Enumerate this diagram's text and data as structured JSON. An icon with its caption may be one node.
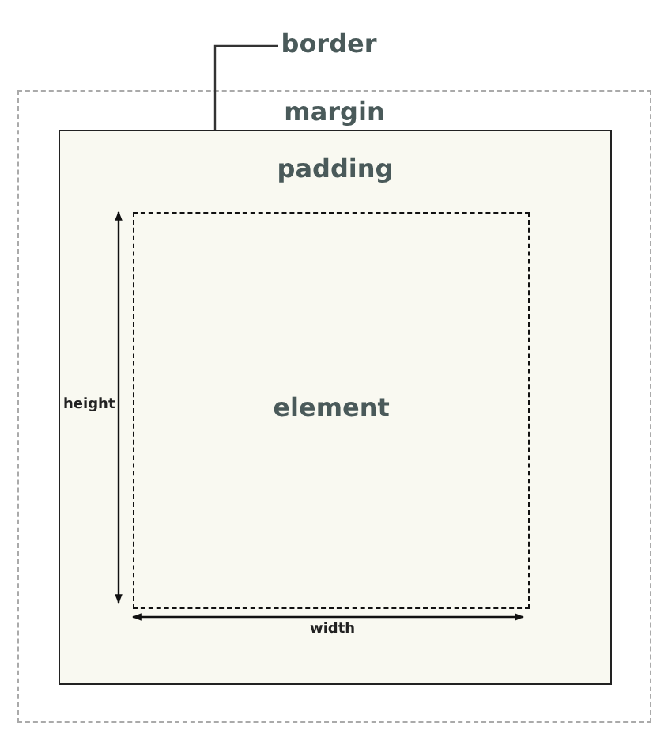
{
  "diagram": {
    "nodes": [
      {
        "text": [
          "margin"
        ]
      },
      {
        "text": [
          "padding"
        ],
        "in": 0
      },
      {
        "text": [
          "element"
        ],
        "in": 1
      },
      {
        "text": [
          "border"
        ]
      }
    ],
    "edges": [
      {
        "from": 3,
        "to": 1,
        "arrow": "none"
      }
    ],
    "labels": [
      "height",
      "width"
    ]
  }
}
